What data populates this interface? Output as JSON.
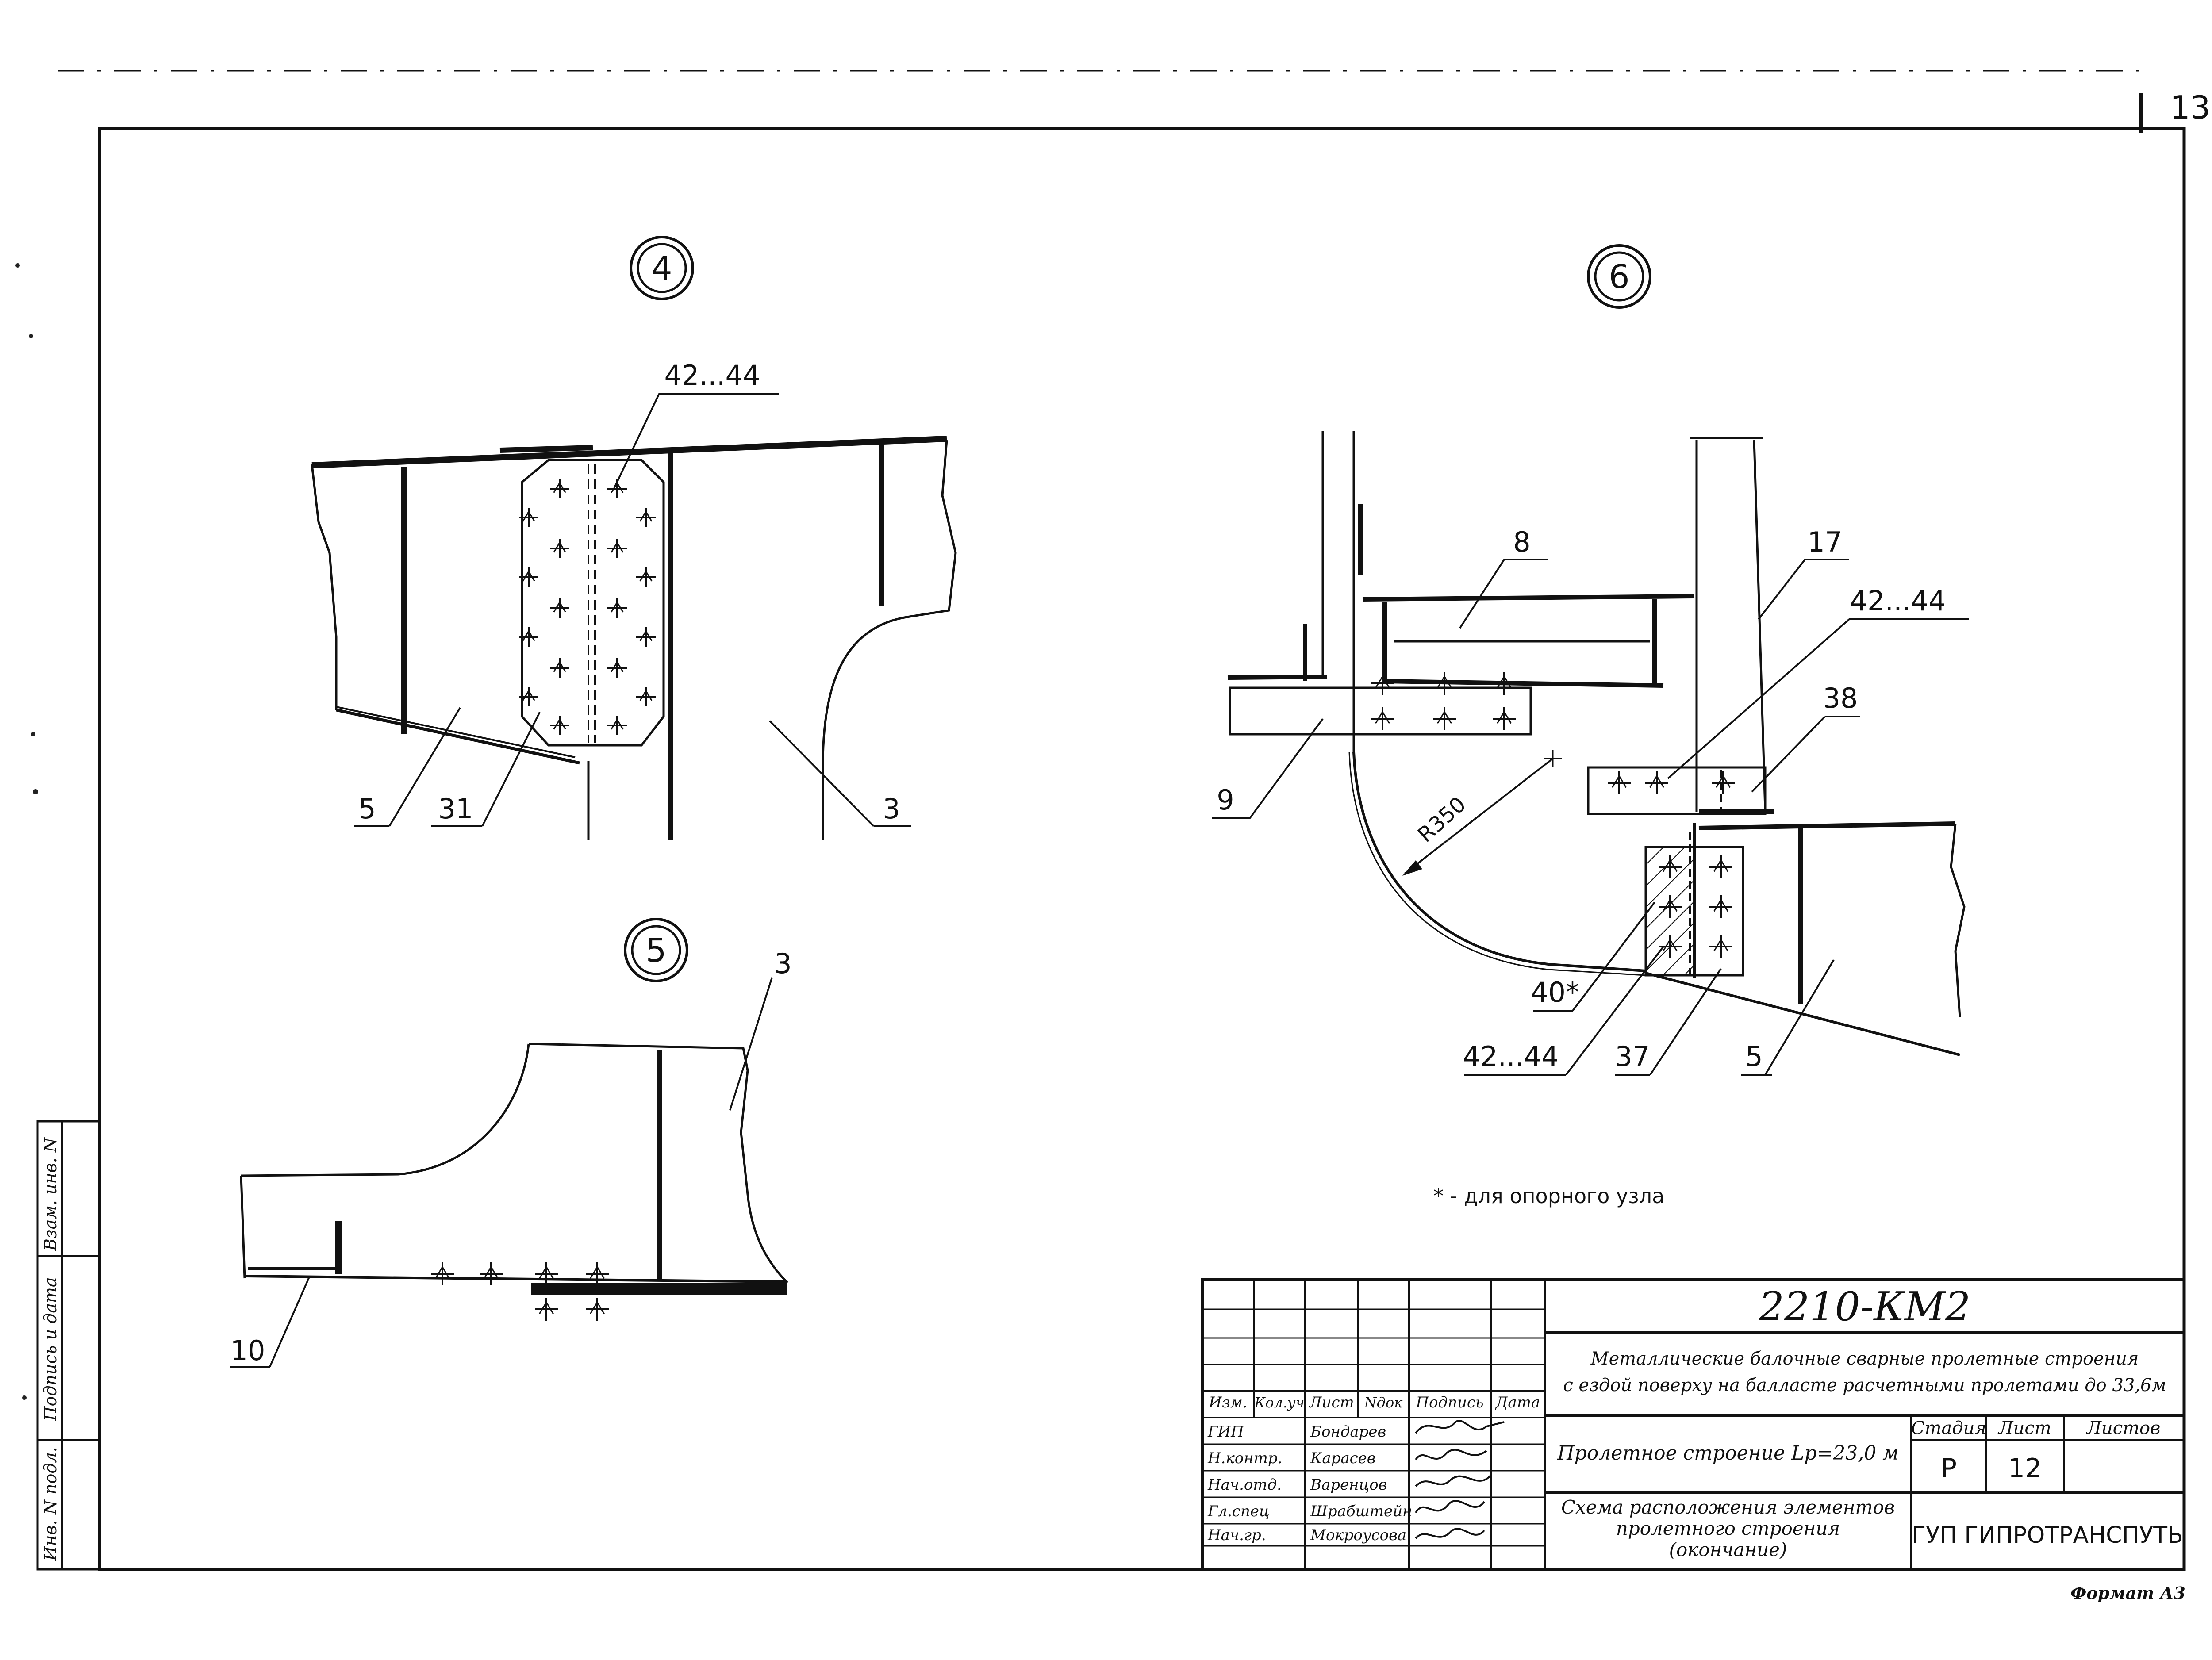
{
  "page_number": "13",
  "details": {
    "d4": {
      "marker": "4",
      "leaders": {
        "top": "42...44",
        "left": "5",
        "mid": "31",
        "right": "3"
      }
    },
    "d5": {
      "marker": "5",
      "leaders": {
        "top": "3",
        "bottom": "10"
      }
    },
    "d6": {
      "marker": "6",
      "leaders": {
        "p8": "8",
        "p17": "17",
        "p42_top": "42...44",
        "p38": "38",
        "p9": "9",
        "p40": "40*",
        "p42_bottom": "42...44",
        "p37": "37",
        "p5": "5"
      },
      "radius_label": "R350"
    }
  },
  "footnote": "* - для опорного узла",
  "side_stamp": {
    "cells": [
      "Взам. инв. N",
      "Подпись и дата",
      "Инв. N подл."
    ]
  },
  "title_block": {
    "code": "2210-КМ2",
    "project_title": "Металлические балочные сварные пролетные строения с ездой поверху на балласте расчетными пролетами до 33,6м",
    "project_line1": "Металлические балочные сварные пролетные строения",
    "project_line2": "с ездой поверху на балласте расчетными пролетами до 33,6м",
    "headers": [
      "Изм.",
      "Кол.уч",
      "Лист",
      "Nдок",
      "Подпись",
      "Дата"
    ],
    "staff": [
      {
        "role": "ГИП",
        "name": "Бондарев"
      },
      {
        "role": "Н.контр.",
        "name": "Карасев"
      },
      {
        "role": "Нач.отд.",
        "name": "Варенцов"
      },
      {
        "role": "Гл.спец",
        "name": "Шрабштейн"
      },
      {
        "role": "Нач.гр.",
        "name": "Мокроусова"
      }
    ],
    "object_name": "Пролетное строение Lp=23,0 м",
    "sheet_title_line1": "Схема расположения элементов",
    "sheet_title_line2": "пролетного строения",
    "sheet_title_line3": "(окончание)",
    "stage_header": "Стадия",
    "sheet_header": "Лист",
    "sheets_header": "Листов",
    "stage": "Р",
    "sheet": "12",
    "sheets": "",
    "organization": "ГУП ГИПРОТРАНСПУТЬ"
  },
  "format_label": "Формат А3"
}
